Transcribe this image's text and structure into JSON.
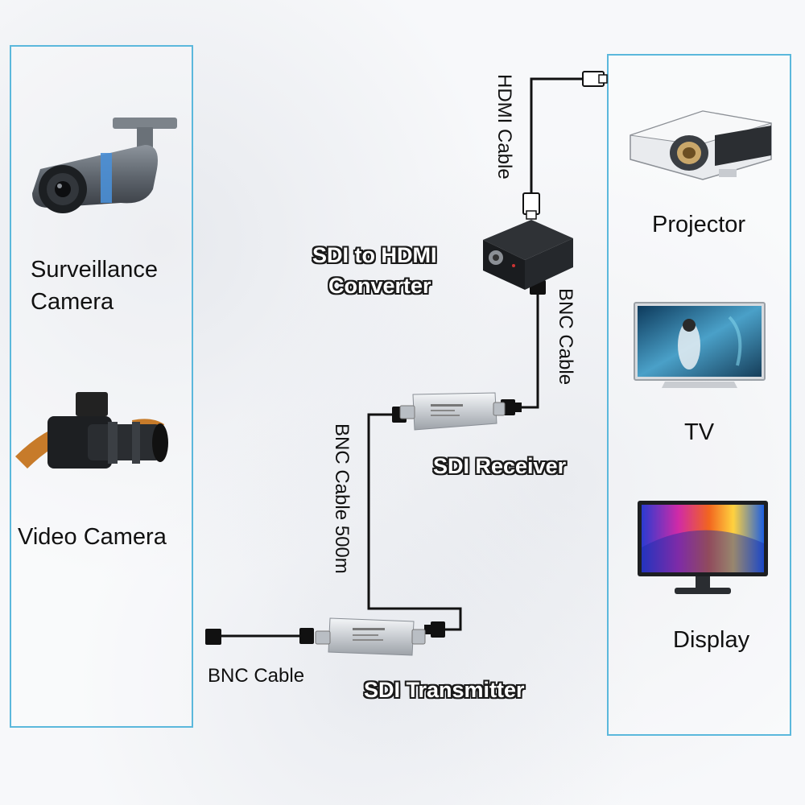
{
  "sources": {
    "surveillance_camera_line1": "Surveillance",
    "surveillance_camera_line2": "Camera",
    "video_camera": "Video Camera"
  },
  "displays": {
    "projector": "Projector",
    "tv": "TV",
    "display": "Display"
  },
  "devices": {
    "converter_line1": "SDI to HDMI",
    "converter_line2": "Converter",
    "receiver": "SDI Receiver",
    "transmitter": "SDI Transmitter"
  },
  "cables": {
    "hdmi": "HDMI Cable",
    "bnc_top": "BNC Cable",
    "bnc_long": "BNC Cable 500m",
    "bnc_bottom": "BNC Cable"
  },
  "colors": {
    "panel_border": "#5bb8dc",
    "wire": "#111111"
  }
}
